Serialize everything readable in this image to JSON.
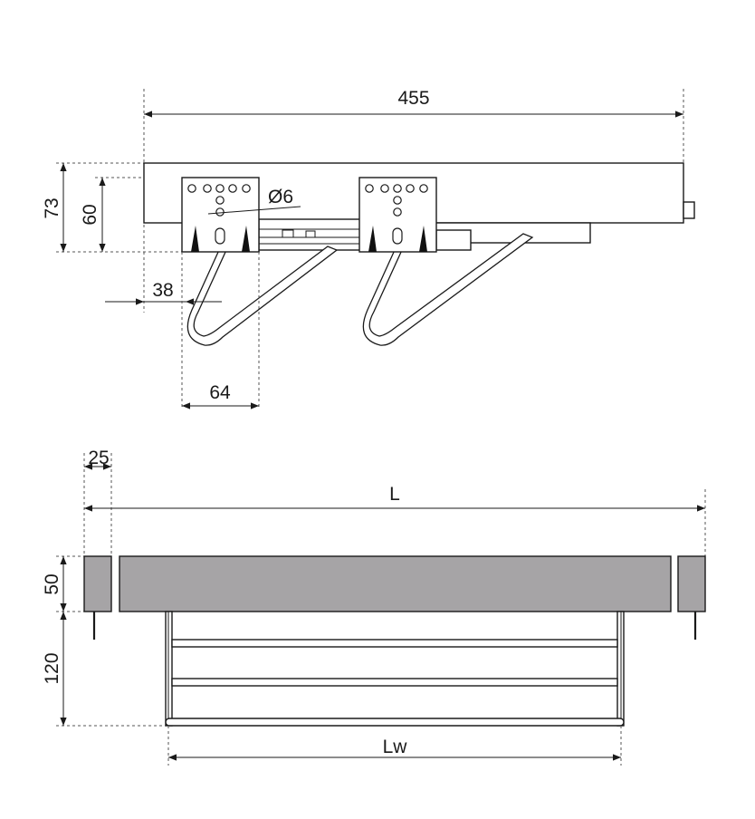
{
  "dimensions": {
    "top_length": "455",
    "total_height": "73",
    "bracket_height": "60",
    "hole_diameter": "Ø6",
    "offset": "38",
    "bracket_width": "64",
    "end_block": "25",
    "overall_length": "L",
    "rail_height": "50",
    "drop_height": "120",
    "hanger_width": "Lw"
  }
}
